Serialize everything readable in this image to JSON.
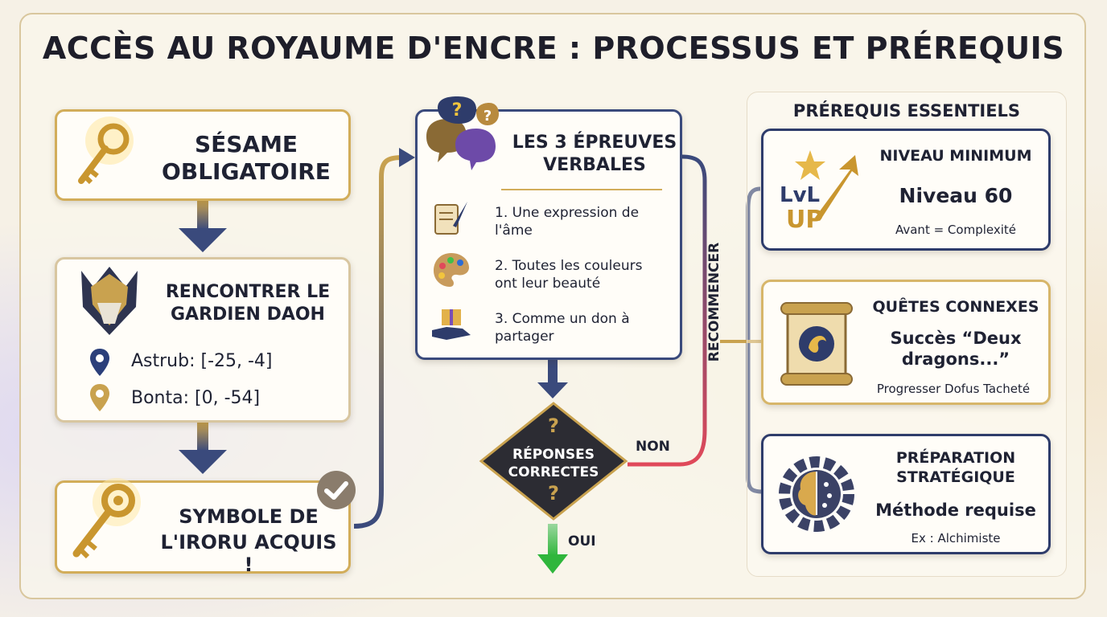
{
  "title": "ACCÈS AU ROYAUME D'ENCRE : PROCESSUS ET PRÉREQUIS",
  "steps": {
    "sesame": {
      "label_line1": "SÉSAME",
      "label_line2": "OBLIGATOIRE"
    },
    "gardien": {
      "label_line1": "RENCONTRER LE",
      "label_line2": "GARDIEN DAOH",
      "locations": [
        {
          "name": "Astrub: [-25, -4]",
          "pin_color": "#2b3f7a"
        },
        {
          "name": "Bonta: [0, -54]",
          "pin_color": "#c9a24f"
        }
      ]
    },
    "symbole": {
      "label_line1": "SYMBOLE DE",
      "label_line2": "L'IRORU ACQUIS !"
    }
  },
  "epreuves": {
    "title_line1": "LES 3 ÉPREUVES",
    "title_line2": "VERBALES",
    "items": [
      {
        "line1": "1. Une expression de",
        "line2": "l'âme",
        "icon": "scroll-quill-icon"
      },
      {
        "line1": "2. Toutes les couleurs",
        "line2": "ont leur beauté",
        "icon": "palette-icon"
      },
      {
        "line1": "3. Comme un don à",
        "line2": "partager",
        "icon": "gift-hand-icon"
      }
    ]
  },
  "decision": {
    "line1": "RÉPONSES",
    "line2": "CORRECTES",
    "no_label": "NON",
    "yes_label": "OUI",
    "loop_label": "RECOMMENCER",
    "mark": "?"
  },
  "prerequis": {
    "header": "PRÉREQUIS ESSENTIELS",
    "cards": [
      {
        "title": "NIVEAU MINIMUM",
        "value": "Niveau 60",
        "note": "Avant = Complexité",
        "icon": "level-up-icon",
        "badge_line1": "LvL",
        "badge_line2": "UP"
      },
      {
        "title": "QUÊTES CONNEXES",
        "value_line1": "Succès “Deux",
        "value_line2": "dragons...”",
        "note": "Progresser Dofus Tacheté",
        "icon": "dragon-scroll-icon"
      },
      {
        "title_line1": "PRÉPARATION",
        "title_line2": "STRATÉGIQUE",
        "value": "Méthode requise",
        "note": "Ex : Alchimiste",
        "icon": "gear-brain-icon"
      }
    ]
  },
  "colors": {
    "gold": "#d2ad5a",
    "navy": "#2e3c6b",
    "no_red": "#e0495a",
    "yes_green": "#3fbf4a",
    "dark": "#2c2c33"
  }
}
